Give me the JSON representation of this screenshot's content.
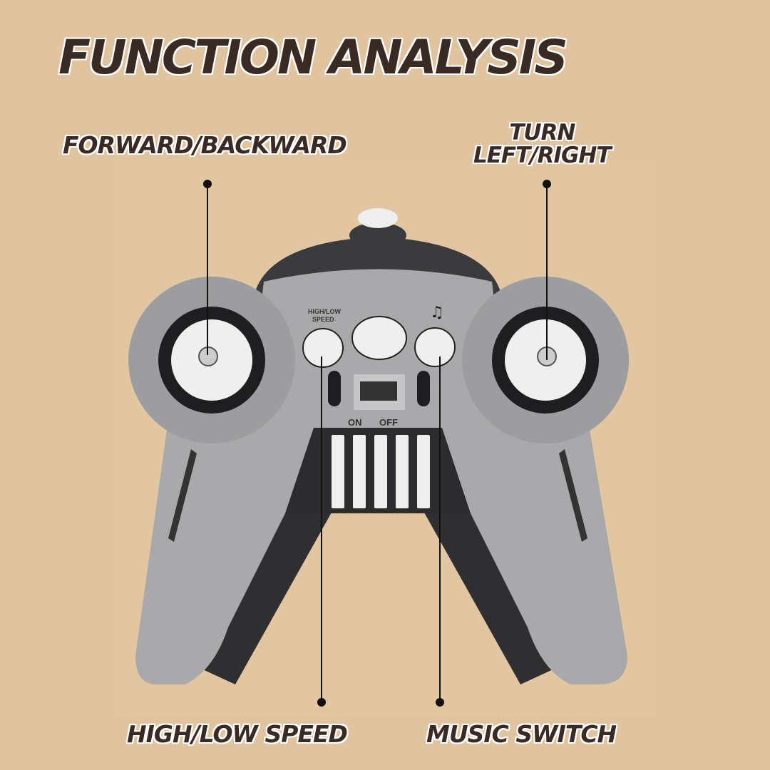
{
  "title": "FUNCTION ANALYSIS",
  "callouts": {
    "forward_backward": "FORWARD/BACKWARD",
    "turn_line1": "TURN",
    "turn_line2": "LEFT/RIGHT",
    "high_low_speed": "HIGH/LOW SPEED",
    "music_switch": "MUSIC SWITCH"
  },
  "controller": {
    "speed_button_label_line1": "HIGH/LOW",
    "speed_button_label_line2": "SPEED",
    "power_on": "ON",
    "power_off": "OFF",
    "music_icon": "music-notes-icon"
  },
  "colors": {
    "background": "#e0c4a0",
    "text": "#3a2a24",
    "body": "#a9a9ab"
  }
}
